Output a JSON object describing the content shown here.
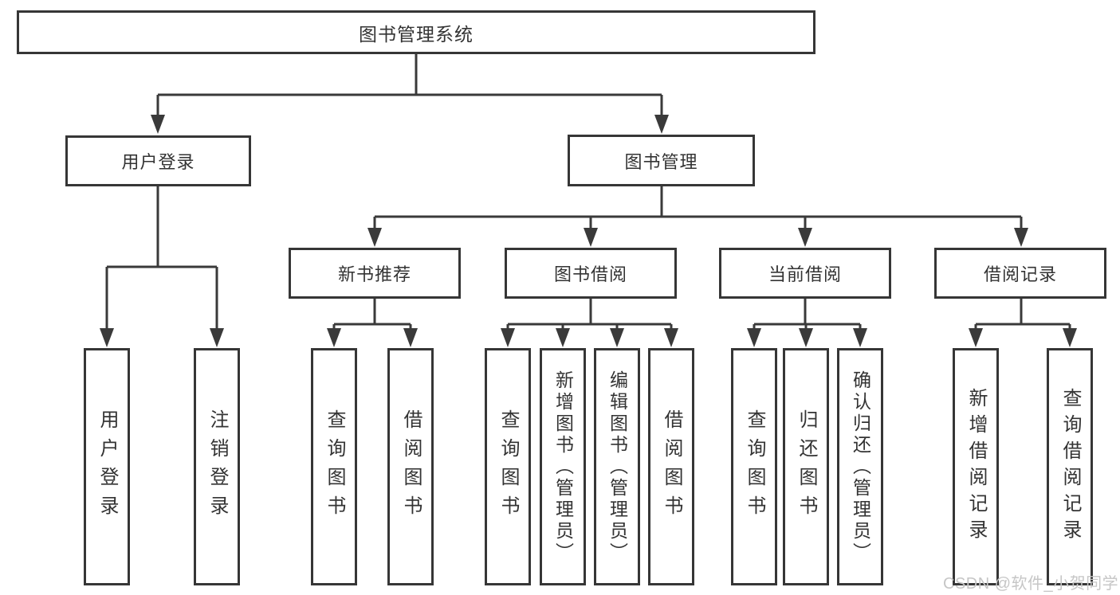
{
  "tree": {
    "root": {
      "label": "图书管理系统"
    },
    "children": [
      {
        "label": "用户登录",
        "children": [
          {
            "label": "用户登录"
          },
          {
            "label": "注销登录"
          }
        ]
      },
      {
        "label": "图书管理",
        "children": [
          {
            "label": "新书推荐",
            "children": [
              {
                "label": "查询图书"
              },
              {
                "label": "借阅图书"
              }
            ]
          },
          {
            "label": "图书借阅",
            "children": [
              {
                "label": "查询图书"
              },
              {
                "label": "新增图书（管理员）"
              },
              {
                "label": "编辑图书（管理员）"
              },
              {
                "label": "借阅图书"
              }
            ]
          },
          {
            "label": "当前借阅",
            "children": [
              {
                "label": "查询图书"
              },
              {
                "label": "归还图书"
              },
              {
                "label": "确认归还（管理员）"
              }
            ]
          },
          {
            "label": "借阅记录",
            "children": [
              {
                "label": "新增借阅记录"
              },
              {
                "label": "查询借阅记录"
              }
            ]
          }
        ]
      }
    ]
  },
  "watermark": {
    "text": "CSDN @软件_小贺同学"
  },
  "colors": {
    "line": "#3a3a3a",
    "box_border": "#363636",
    "text": "#333333",
    "watermark": "#c6c6c6",
    "background": "#ffffff"
  }
}
